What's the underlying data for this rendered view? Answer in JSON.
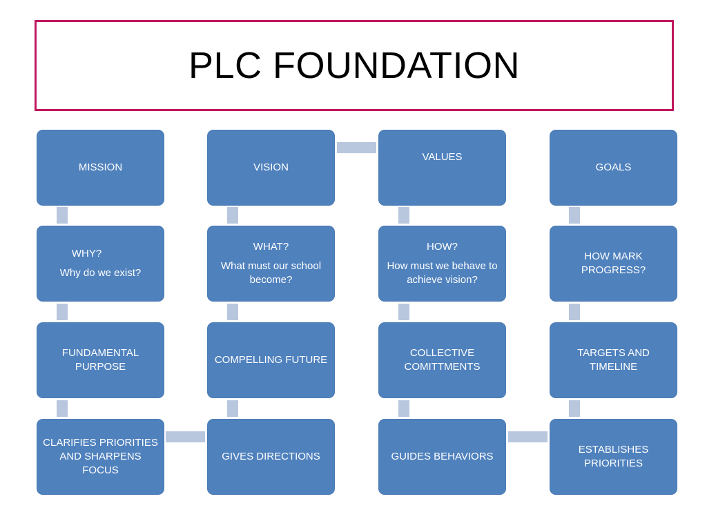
{
  "title": "PLC FOUNDATION",
  "colors": {
    "title_border": "#c0185f",
    "node_fill": "#4f81bd",
    "connector": "#b8c7de"
  },
  "columns": [
    {
      "row1": "MISSION",
      "row2_line1": "WHY?",
      "row2_line2": "Why do we exist?",
      "row3": "FUNDAMENTAL PURPOSE",
      "row4": "CLARIFIES PRIORITIES AND SHARPENS FOCUS"
    },
    {
      "row1": "VISION",
      "row2_line1": "WHAT?",
      "row2_line2": "What must our school become?",
      "row3": "COMPELLING FUTURE",
      "row4": "GIVES DIRECTIONS"
    },
    {
      "row1": "VALUES",
      "row2_line1": "HOW?",
      "row2_line2": "How must we behave to achieve vision?",
      "row3": "COLLECTIVE COMITTMENTS",
      "row4": "GUIDES BEHAVIORS"
    },
    {
      "row1": "GOALS",
      "row2_line1": "",
      "row2_line2": "HOW MARK PROGRESS?",
      "row3": "TARGETS AND TIMELINE",
      "row4": "ESTABLISHES PRIORITIES"
    }
  ]
}
